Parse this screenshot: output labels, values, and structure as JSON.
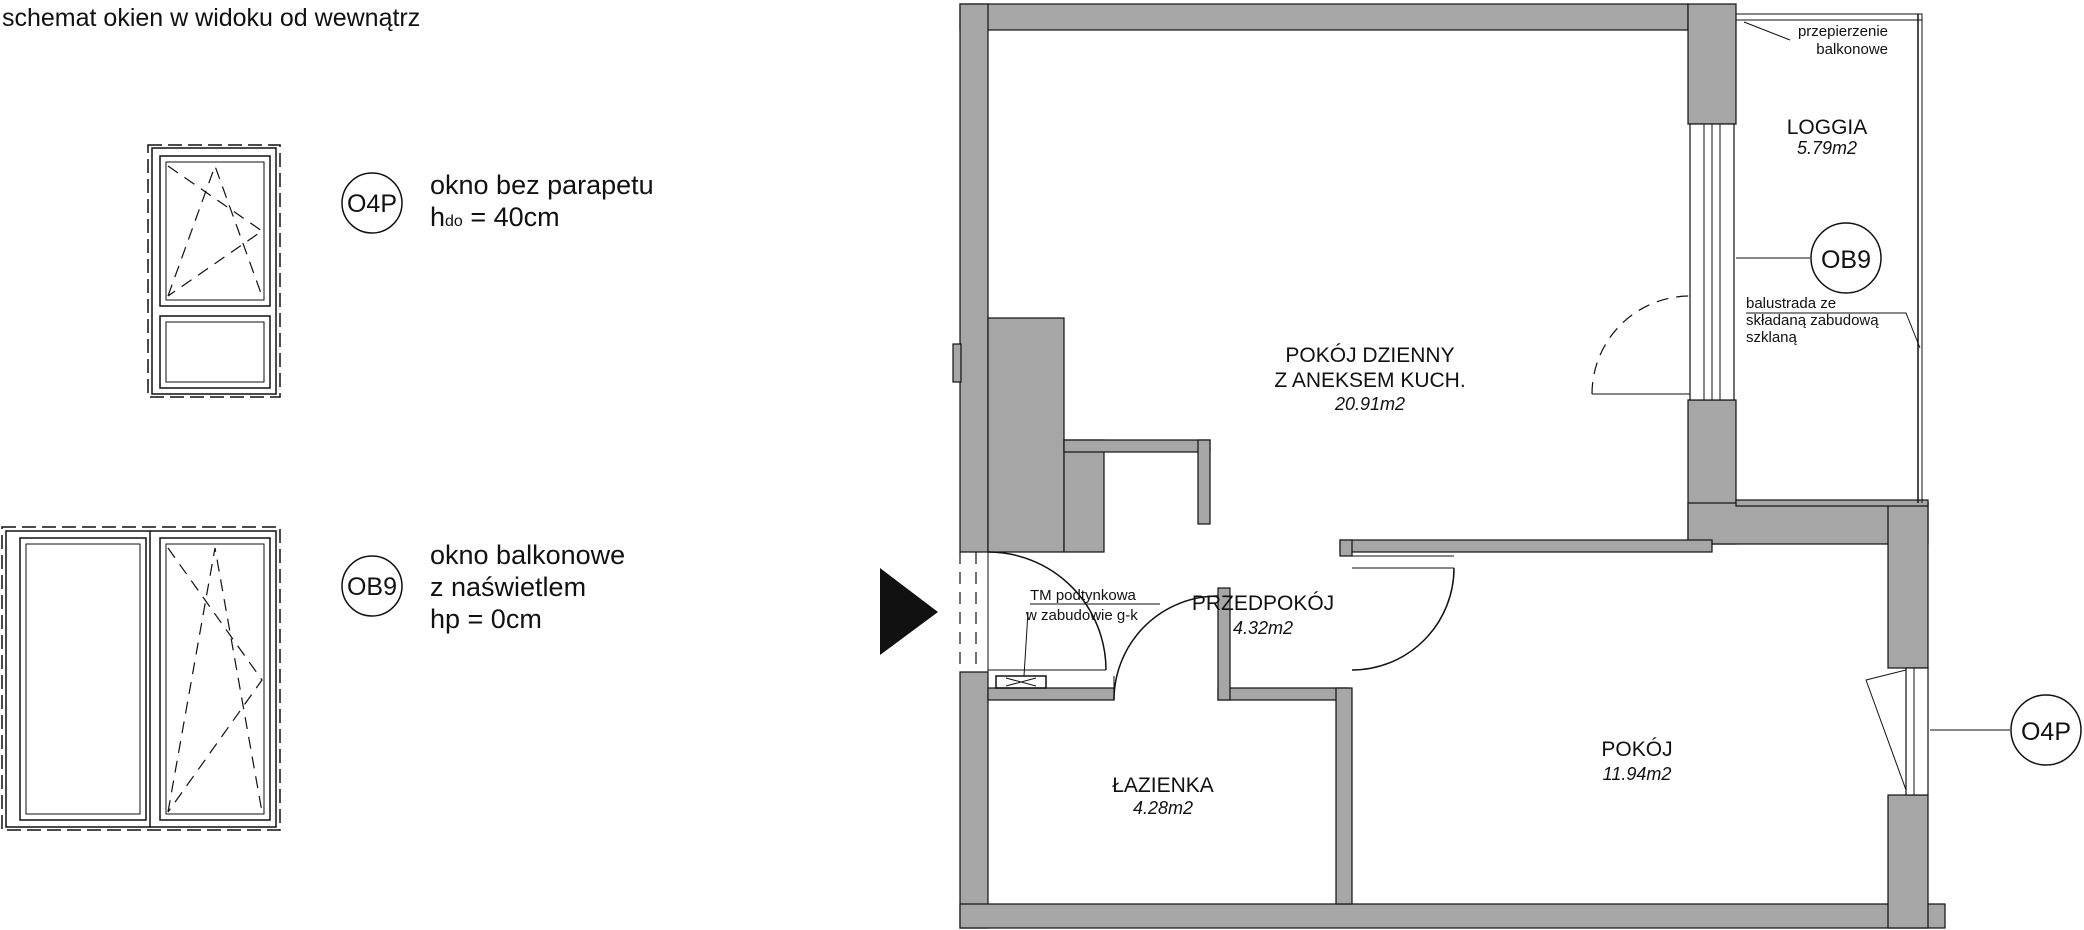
{
  "heading": "schemat okien w widoku od wewnątrz",
  "legend": [
    {
      "code": "O4P",
      "lines": [
        "okno bez parapetu",
        "h",
        "do",
        " = 40cm"
      ]
    },
    {
      "code": "OB9",
      "lines": [
        "okno balkonowe",
        "z naświetlem",
        "hp = 0cm"
      ]
    }
  ],
  "rooms": {
    "living": {
      "name1": "POKÓJ DZIENNY",
      "name2": "Z ANEKSEM KUCH.",
      "area": "20.91m2"
    },
    "loggia": {
      "name": "LOGGIA",
      "area": "5.79m2"
    },
    "hall": {
      "name": "PRZEDPOKÓJ",
      "area": "4.32m2"
    },
    "bath": {
      "name": "ŁAZIENKA",
      "area": "4.28m2"
    },
    "room": {
      "name": "POKÓJ",
      "area": "11.94m2"
    }
  },
  "notes": {
    "partition1": "przepierzenie",
    "partition2": "balkonowe",
    "railing1": "balustrada ze",
    "railing2": "składaną zabudową",
    "railing3": "szklaną",
    "tm1": "TM podtynkowa",
    "tm2": "w zabudowie g-k"
  },
  "window_tags": {
    "ob9": "OB9",
    "o4p": "O4P"
  },
  "colors": {
    "wall": "#a6a6a6",
    "ink": "#111111"
  }
}
